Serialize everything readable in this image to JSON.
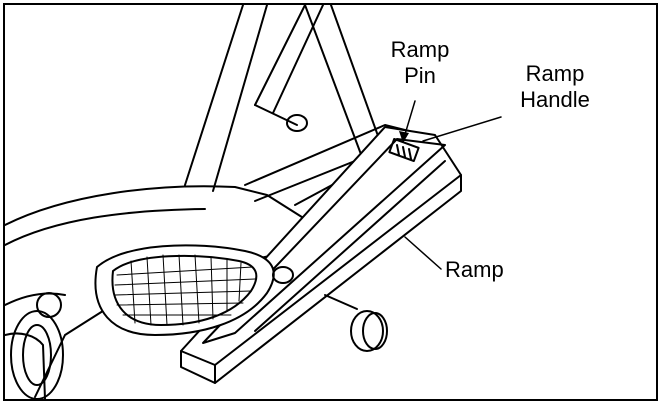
{
  "labels": {
    "ramp_pin": [
      "Ramp",
      "Pin"
    ],
    "ramp_handle": [
      "Ramp",
      "Handle"
    ],
    "ramp": "Ramp"
  },
  "colors": {
    "ink": "#000000",
    "paper": "#ffffff",
    "shade": "#cfcfcf"
  }
}
